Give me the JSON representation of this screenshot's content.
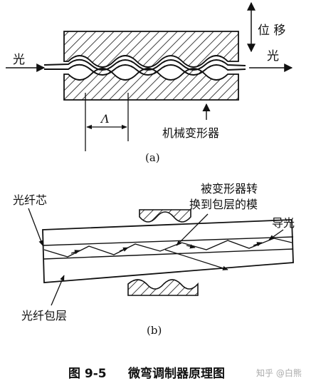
{
  "figure_a": {
    "light_in": "光",
    "light_out": "光",
    "displacement": "位 移",
    "period_symbol": "Λ",
    "deformer": "机械变形器",
    "sub_label": "(a)"
  },
  "figure_b": {
    "core": "光纤芯",
    "mode_line1": "被变形器转",
    "mode_line2": "换到包层的模",
    "guided": "导光",
    "cladding": "光纤包层",
    "sub_label": "(b)"
  },
  "caption": {
    "number": "图 9-5",
    "title": "微弯调制器原理图"
  },
  "watermark": "知乎 @白熊"
}
